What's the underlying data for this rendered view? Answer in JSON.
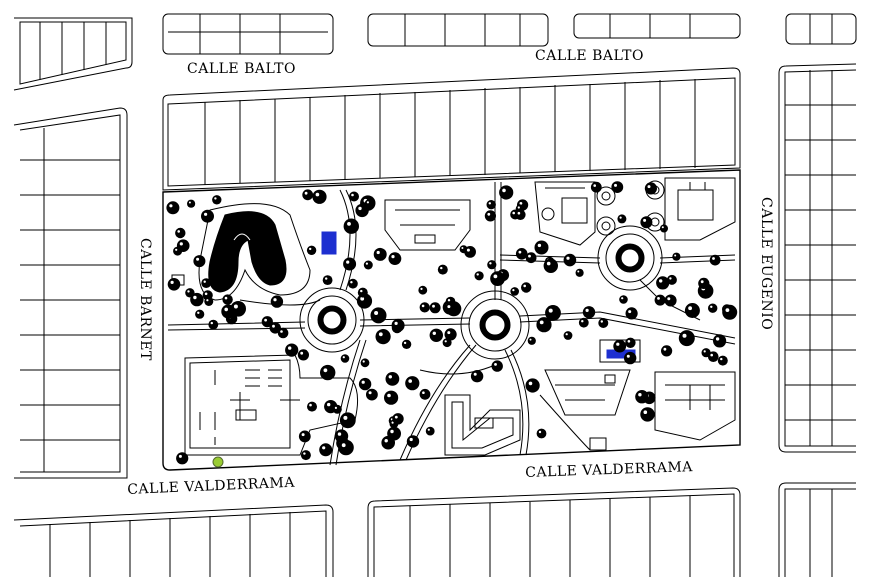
{
  "streets": {
    "north_left": "CALLE BALTO",
    "north_right": "CALLE BALTO",
    "west": "CALLE BARNET",
    "east": "CALLE EUGENIO",
    "south_left": "CALLE VALDERRAMA",
    "south_right": "CALLE VALDERRAMA"
  },
  "colors": {
    "ink": "#000000",
    "paper": "#ffffff",
    "accent_blue": "#1d2fd0",
    "accent_green": "#9acd32"
  }
}
